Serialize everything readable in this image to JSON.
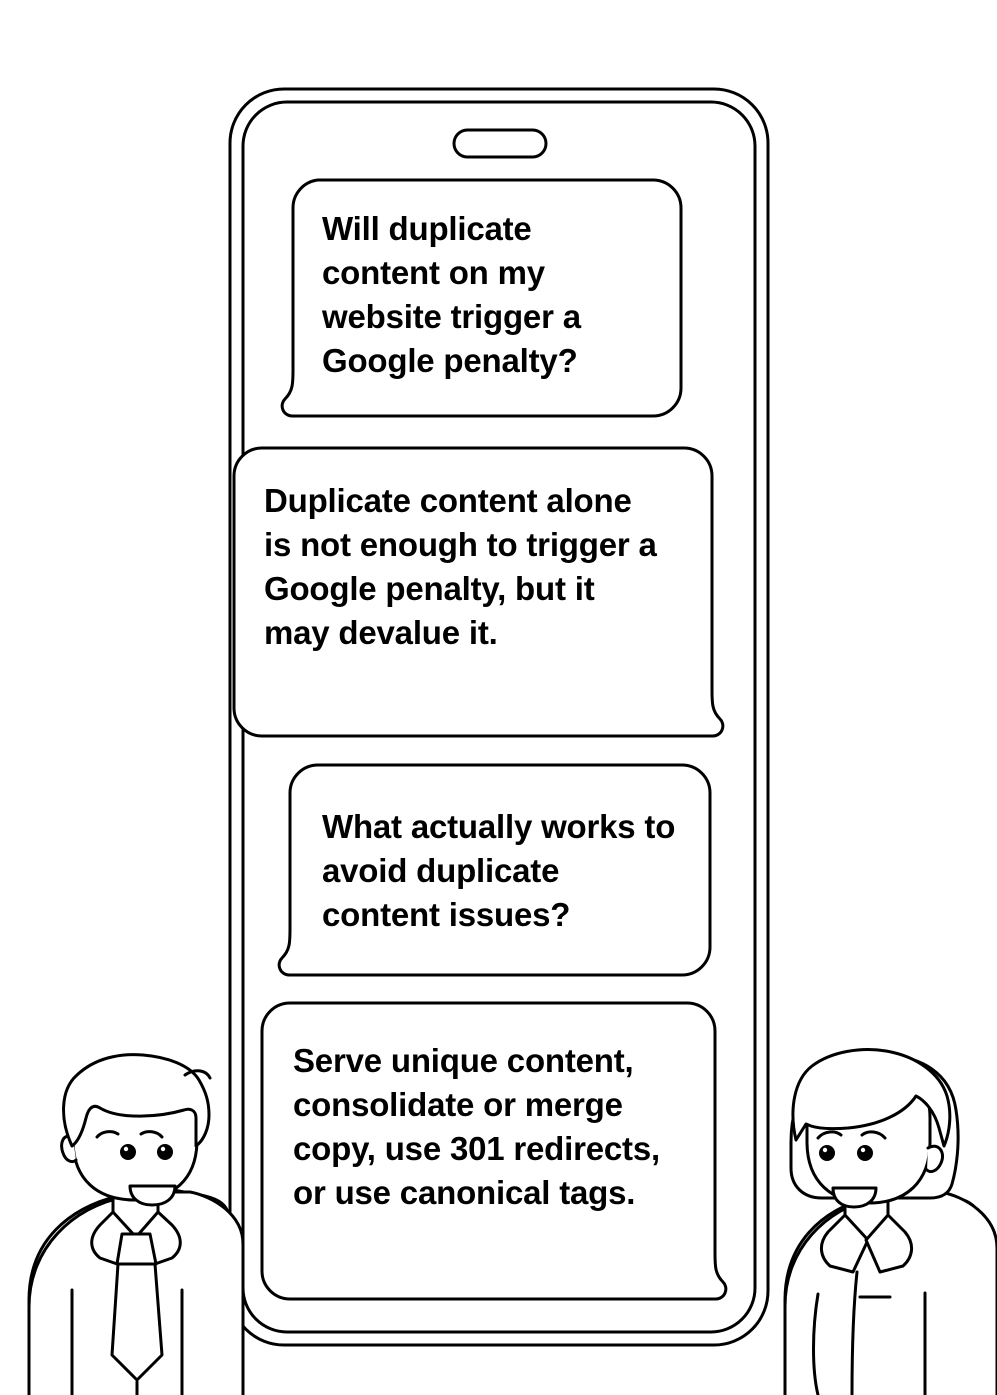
{
  "device": {
    "name": "smartphone-mockup",
    "speaker_label": "earpiece-speaker"
  },
  "conversation": {
    "messages": [
      {
        "id": "message-1",
        "sender": "user",
        "align": "right",
        "tail": "bottom-left",
        "text": "Will duplicate content on my website trigger a Google penalty?"
      },
      {
        "id": "message-2",
        "sender": "assistant",
        "align": "left",
        "tail": "bottom-right",
        "text": "Duplicate content alone is not enough to trigger a Google penalty, but it may devalue it."
      },
      {
        "id": "message-3",
        "sender": "user",
        "align": "right",
        "tail": "bottom-left",
        "text": "What actually works to avoid duplicate content issues?"
      },
      {
        "id": "message-4",
        "sender": "assistant",
        "align": "left",
        "tail": "bottom-right",
        "text": "Serve unique content, consolidate or merge copy, use 301 redirects, or use canonical tags."
      }
    ]
  },
  "avatars": {
    "left": {
      "name": "male-avatar",
      "description": "man with short hair, shirt and tie"
    },
    "right": {
      "name": "female-avatar",
      "description": "woman with bob haircut and collared blouse"
    }
  },
  "style": {
    "stroke": "#000000",
    "fill": "#ffffff",
    "background": "#ffffff",
    "stroke_width": "3"
  }
}
